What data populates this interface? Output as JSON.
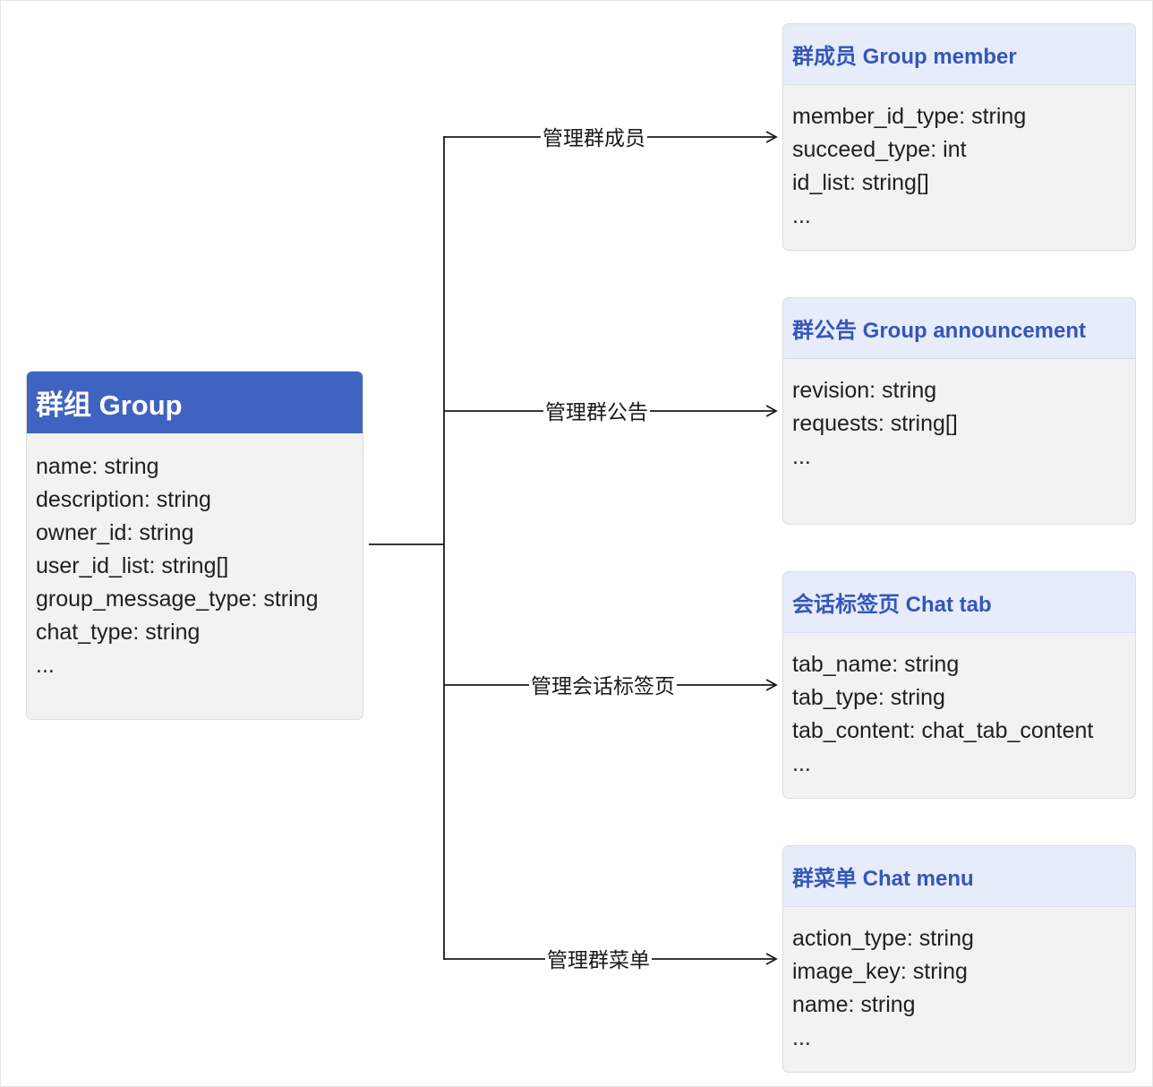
{
  "main_entity": {
    "title": "群组 Group",
    "fields": [
      "name: string",
      "description: string",
      "owner_id: string",
      "user_id_list: string[]",
      "group_message_type: string",
      "chat_type: string",
      "..."
    ]
  },
  "relations": [
    {
      "label": "管理群成员",
      "entity": {
        "title": "群成员 Group member",
        "fields": [
          "member_id_type: string",
          "succeed_type: int",
          "id_list: string[]",
          "..."
        ]
      }
    },
    {
      "label": "管理群公告",
      "entity": {
        "title": "群公告 Group announcement",
        "fields": [
          "revision: string",
          "requests: string[]",
          "..."
        ]
      }
    },
    {
      "label": "管理会话标签页",
      "entity": {
        "title": "会话标签页 Chat tab",
        "fields": [
          "tab_name: string",
          "tab_type: string",
          "tab_content: chat_tab_content",
          "..."
        ]
      }
    },
    {
      "label": "管理群菜单",
      "entity": {
        "title": "群菜单 Chat menu",
        "fields": [
          "action_type: string",
          "image_key: string",
          "name: string",
          "..."
        ]
      }
    }
  ],
  "colors": {
    "main_header": "#3f63c0",
    "sub_header": "#e6ecfa",
    "sub_title": "#3556b8",
    "card_body": "#f2f2f2",
    "line": "#1a1a1a"
  }
}
